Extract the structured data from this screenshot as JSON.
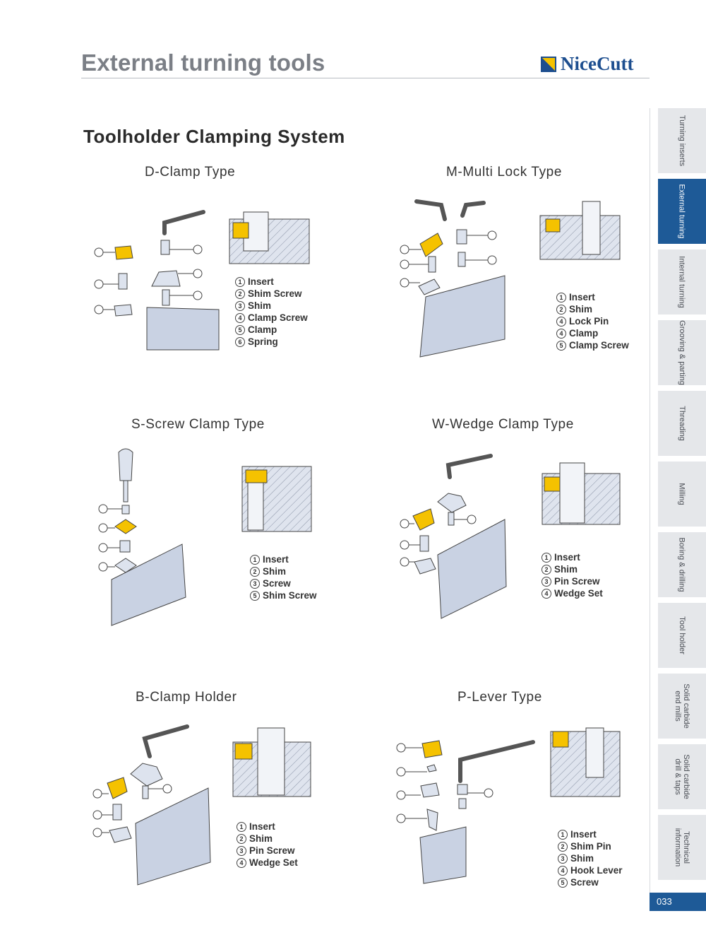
{
  "header": {
    "title": "External turning tools",
    "brand": "NiceCutt"
  },
  "section": {
    "heading": "Toolholder Clamping System"
  },
  "panels": [
    {
      "id": "d-clamp",
      "title": "D-Clamp Type",
      "legend": [
        "Insert",
        "Shim Screw",
        "Shim",
        "Clamp Screw",
        "Clamp",
        "Spring"
      ]
    },
    {
      "id": "m-multi-lock",
      "title": "M-Multi Lock Type",
      "legend": [
        "Insert",
        "Shim",
        "Lock Pin",
        "Clamp",
        "Clamp Screw"
      ]
    },
    {
      "id": "s-screw-clamp",
      "title": "S-Screw Clamp Type",
      "legend": [
        "Insert",
        "Shim",
        "Screw",
        "Shim Screw"
      ]
    },
    {
      "id": "w-wedge-clamp",
      "title": "W-Wedge Clamp Type",
      "legend": [
        "Insert",
        "Shim",
        "Pin Screw",
        "Wedge Set"
      ]
    },
    {
      "id": "b-clamp-holder",
      "title": "B-Clamp Holder",
      "legend": [
        "Insert",
        "Shim",
        "Pin Screw",
        "Wedge Set"
      ]
    },
    {
      "id": "p-lever",
      "title": "P-Lever Type",
      "legend": [
        "Insert",
        "Shim Pin",
        "Shim",
        "Hook Lever",
        "Screw"
      ]
    }
  ],
  "legend_numbers": {
    "d-clamp": [
      "1",
      "2",
      "3",
      "4",
      "5",
      "6"
    ],
    "m-multi-lock": [
      "1",
      "2",
      "4",
      "4",
      "5"
    ],
    "s-screw-clamp": [
      "1",
      "2",
      "3",
      "5"
    ],
    "w-wedge-clamp": [
      "1",
      "2",
      "3",
      "4"
    ],
    "b-clamp-holder": [
      "1",
      "2",
      "3",
      "4"
    ],
    "p-lever": [
      "1",
      "2",
      "3",
      "4",
      "5"
    ]
  },
  "sidebar": {
    "tabs": [
      "Turning inserts",
      "External turning",
      "Internal turning",
      "Grooving & parting",
      "Threading",
      "Milling",
      "Boring & drilling",
      "Tool holder",
      "Solid carbide end mills",
      "Solid carbide drill & taps",
      "Technical information"
    ],
    "active": "External turning"
  },
  "footer": {
    "page_number": "033"
  },
  "colors": {
    "accent": "#1e5a97",
    "insert": "#f5c200",
    "body": "#c9d2e3",
    "title_gray": "#7b7f86"
  }
}
